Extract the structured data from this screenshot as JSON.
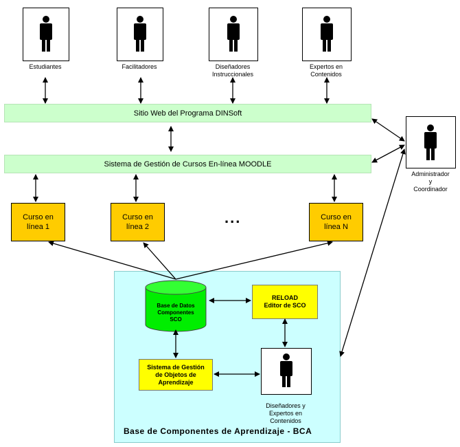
{
  "actors": {
    "estudiantes": [
      "Estudiantes"
    ],
    "facilitadores": [
      "Facilitadores"
    ],
    "disenadores": [
      "Diseñadores",
      "Instruccionales"
    ],
    "expertos": [
      "Expertos en",
      "Contenidos"
    ],
    "administrador": [
      "Administrador",
      "y",
      "Coordinador"
    ],
    "disenadores_expertos": [
      "Diseñadores y",
      "Expertos en",
      "Contenidos"
    ]
  },
  "bars": {
    "sitio_web": "Sitio Web del Programa DINSoft",
    "moodle": "Sistema de Gestión de Cursos En-línea MOODLE"
  },
  "courses": [
    [
      "Curso en",
      "línea 1"
    ],
    [
      "Curso en",
      "línea 2"
    ],
    [
      "Curso en",
      "línea N"
    ]
  ],
  "ellipsis": "...",
  "bca": {
    "title": "Base de Componentes de Aprendizaje - BCA",
    "database": [
      "Base de Datos",
      "Componentes",
      "SCO"
    ],
    "reload": [
      "RELOAD",
      "Editor de SCO"
    ],
    "sgoa": [
      "Sistema de Gestión",
      "de Objetos de",
      "Aprendizaje"
    ]
  },
  "colors": {
    "bar_fill": "#ccffcc",
    "course_fill": "#ffcc00",
    "bca_fill": "#ccffff",
    "yellow_box": "#ffff00",
    "database_fill": "#00ee00"
  }
}
